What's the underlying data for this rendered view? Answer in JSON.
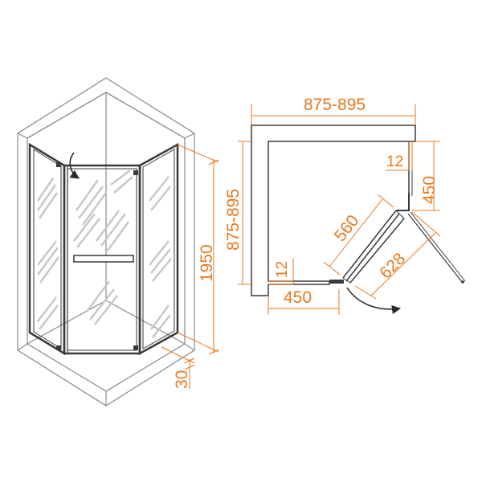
{
  "colors": {
    "dimension": "#e8781e",
    "line": "#3a3a3a",
    "wall": "#9a9a9a",
    "glass": "#cfcfcf"
  },
  "elevation": {
    "height_label": "1950",
    "base_label": "30",
    "swing_icon": "curved-arrow-icon"
  },
  "plan": {
    "width_label": "875-895",
    "depth_label": "875-895",
    "right_offset_label": "12",
    "left_offset_label": "12",
    "side_panel_right_label": "450",
    "side_panel_bottom_label": "450",
    "door_label": "560",
    "diagonal_label": "628",
    "swing_icon": "door-swing-arrow-icon"
  }
}
